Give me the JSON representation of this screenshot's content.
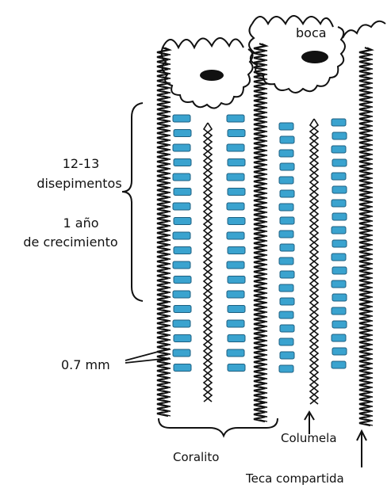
{
  "labels": {
    "mouth": "boca",
    "dissepiment_count": "12-13",
    "dissepiments_word": "disepimentos",
    "year_number": "1 año",
    "growth": "de crecimiento",
    "spacing": "0.7 mm",
    "corallite": "Coralito",
    "columella": "Columela",
    "shared_theca": "Teca compartida"
  },
  "colors": {
    "ink": "#111111",
    "dissepiment_blue": "#3aa3cf",
    "dissepiment_edge": "#1d5f80",
    "mouth_fill": "#111111"
  },
  "figure": {
    "dissepiments_per_year": 13,
    "stack_rows": 19,
    "columns": 6
  }
}
